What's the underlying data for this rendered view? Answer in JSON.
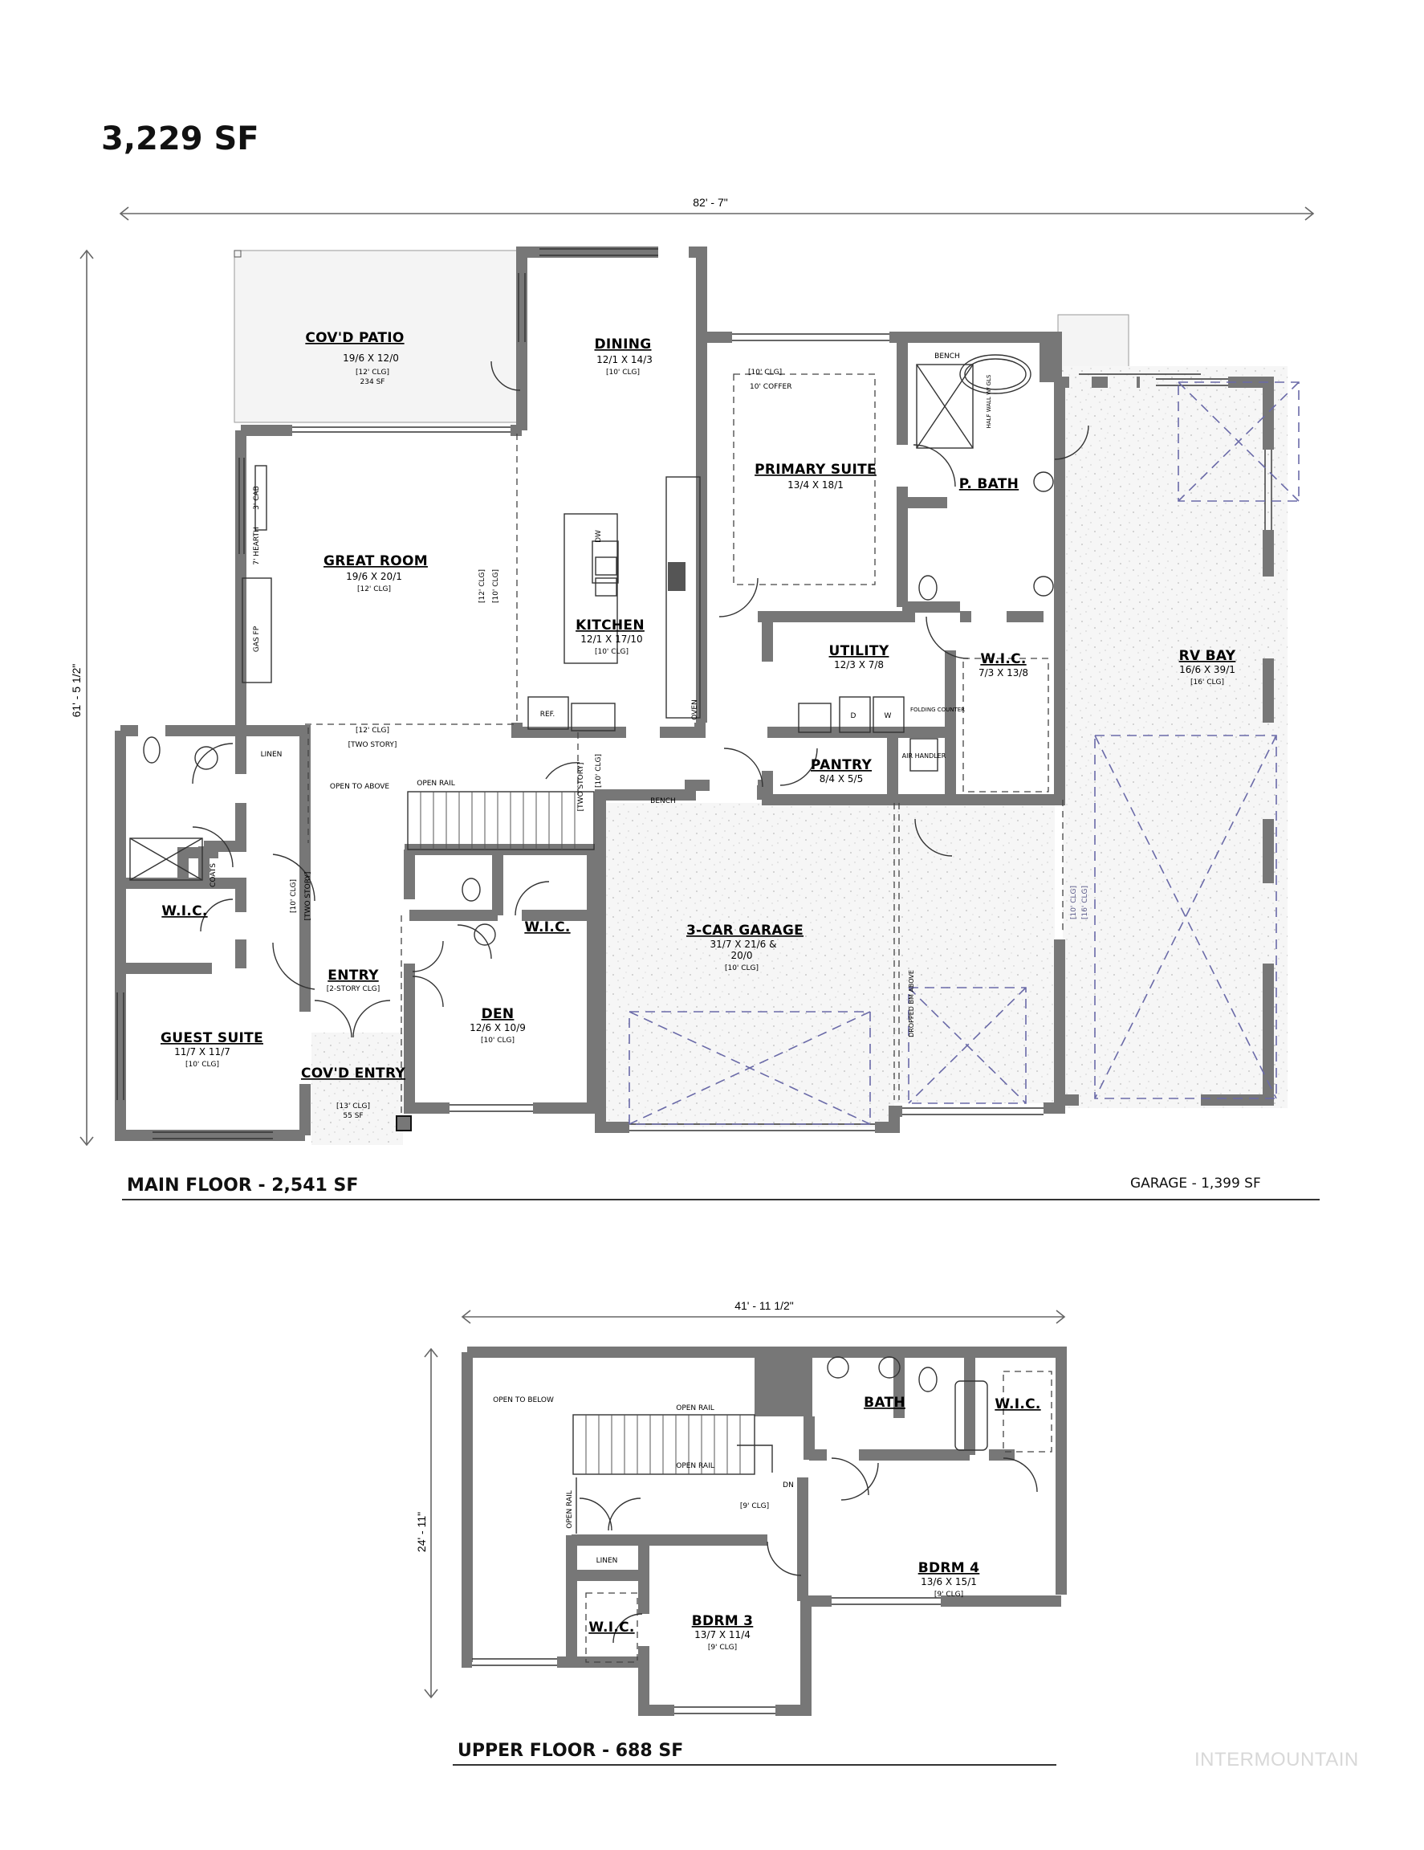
{
  "header": {
    "total_sf": "3,229 SF"
  },
  "main_floor": {
    "caption": "MAIN FLOOR - 2,541 SF",
    "garage_caption": "GARAGE - 1,399 SF",
    "width_dim": "82' - 7\"",
    "depth_dim": "61' - 5 1/2\"",
    "rooms": {
      "covd_patio": {
        "name": "COV'D PATIO",
        "size": "19/6 X 12/0",
        "ceiling": "[12' CLG]",
        "area": "234 SF"
      },
      "dining": {
        "name": "DINING",
        "size": "12/1 X 14/3",
        "ceiling": "[10' CLG]"
      },
      "primary_suite": {
        "name": "PRIMARY SUITE",
        "size": "13/4 X 18/1",
        "ceiling": "[10' CLG]",
        "coffer": "10' COFFER"
      },
      "p_bath": {
        "name": "P. BATH",
        "bench": "BENCH",
        "half_wall": "HALF WALL W/ GLS"
      },
      "great_room": {
        "name": "GREAT ROOM",
        "size": "19/6 X 20/1",
        "ceiling": "[12' CLG]"
      },
      "kitchen": {
        "name": "KITCHEN",
        "size": "12/1 X 17/10",
        "ceiling": "[10' CLG]",
        "dw": "DW",
        "ref": "REF.",
        "oven": "OVEN"
      },
      "utility": {
        "name": "UTILITY",
        "size": "12/3 X 7/8",
        "dryer": "D",
        "washer": "W",
        "folding": "FOLDING COUNTER"
      },
      "wic_primary": {
        "name": "W.I.C.",
        "size": "7/3 X 13/8"
      },
      "pantry": {
        "name": "PANTRY",
        "size": "8/4 X 5/5"
      },
      "air_handler": {
        "name": "AIR HANDLER"
      },
      "rv_bay": {
        "name": "RV BAY",
        "size": "16/6 X 39/1",
        "ceiling": "[16' CLG]"
      },
      "guest_wic": {
        "name": "W.I.C."
      },
      "guest_suite": {
        "name": "GUEST SUITE",
        "size": "11/7 X 11/7",
        "ceiling": "[10' CLG]"
      },
      "entry": {
        "name": "ENTRY",
        "ceiling": "[2-STORY CLG]"
      },
      "covd_entry": {
        "name": "COV'D ENTRY",
        "ceiling": "[13' CLG]",
        "area": "55 SF"
      },
      "den": {
        "name": "DEN",
        "size": "12/6 X 10/9",
        "ceiling": "[10' CLG]"
      },
      "den_wic": {
        "name": "W.I.C."
      },
      "garage": {
        "name": "3-CAR GARAGE",
        "size": "31/7 X 21/6 &",
        "size2": "20/0",
        "ceiling": "[10' CLG]"
      }
    },
    "notes": {
      "cab": "3' CAB",
      "hearth": "7' HEARTH",
      "gas_fp": "GAS FP",
      "linen": "LINEN",
      "coats": "COATS",
      "open_to_above": "OPEN TO ABOVE",
      "open_rail": "OPEN RAIL",
      "bench": "BENCH",
      "clg12": "[12' CLG]",
      "two_story": "[TWO STORY]",
      "clg10": "[10' CLG]",
      "clg16": "[16' CLG]",
      "dropped_bm": "DROPPED BM ABOVE"
    }
  },
  "upper_floor": {
    "caption": "UPPER FLOOR - 688 SF",
    "width_dim": "41' - 11 1/2\"",
    "depth_dim": "24' - 11\"",
    "rooms": {
      "bath": {
        "name": "BATH"
      },
      "wic_4": {
        "name": "W.I.C."
      },
      "bdrm4": {
        "name": "BDRM 4",
        "size": "13/6 X 15/1",
        "ceiling": "[9' CLG]"
      },
      "bdrm3": {
        "name": "BDRM 3",
        "size": "13/7 X 11/4",
        "ceiling": "[9' CLG]"
      },
      "wic_3": {
        "name": "W.I.C."
      }
    },
    "notes": {
      "open_to_below": "OPEN TO BELOW",
      "open_rail": "OPEN RAIL",
      "dn": "DN",
      "clg9": "[9' CLG]",
      "linen": "LINEN"
    }
  },
  "watermark": "INTERMOUNTAIN"
}
